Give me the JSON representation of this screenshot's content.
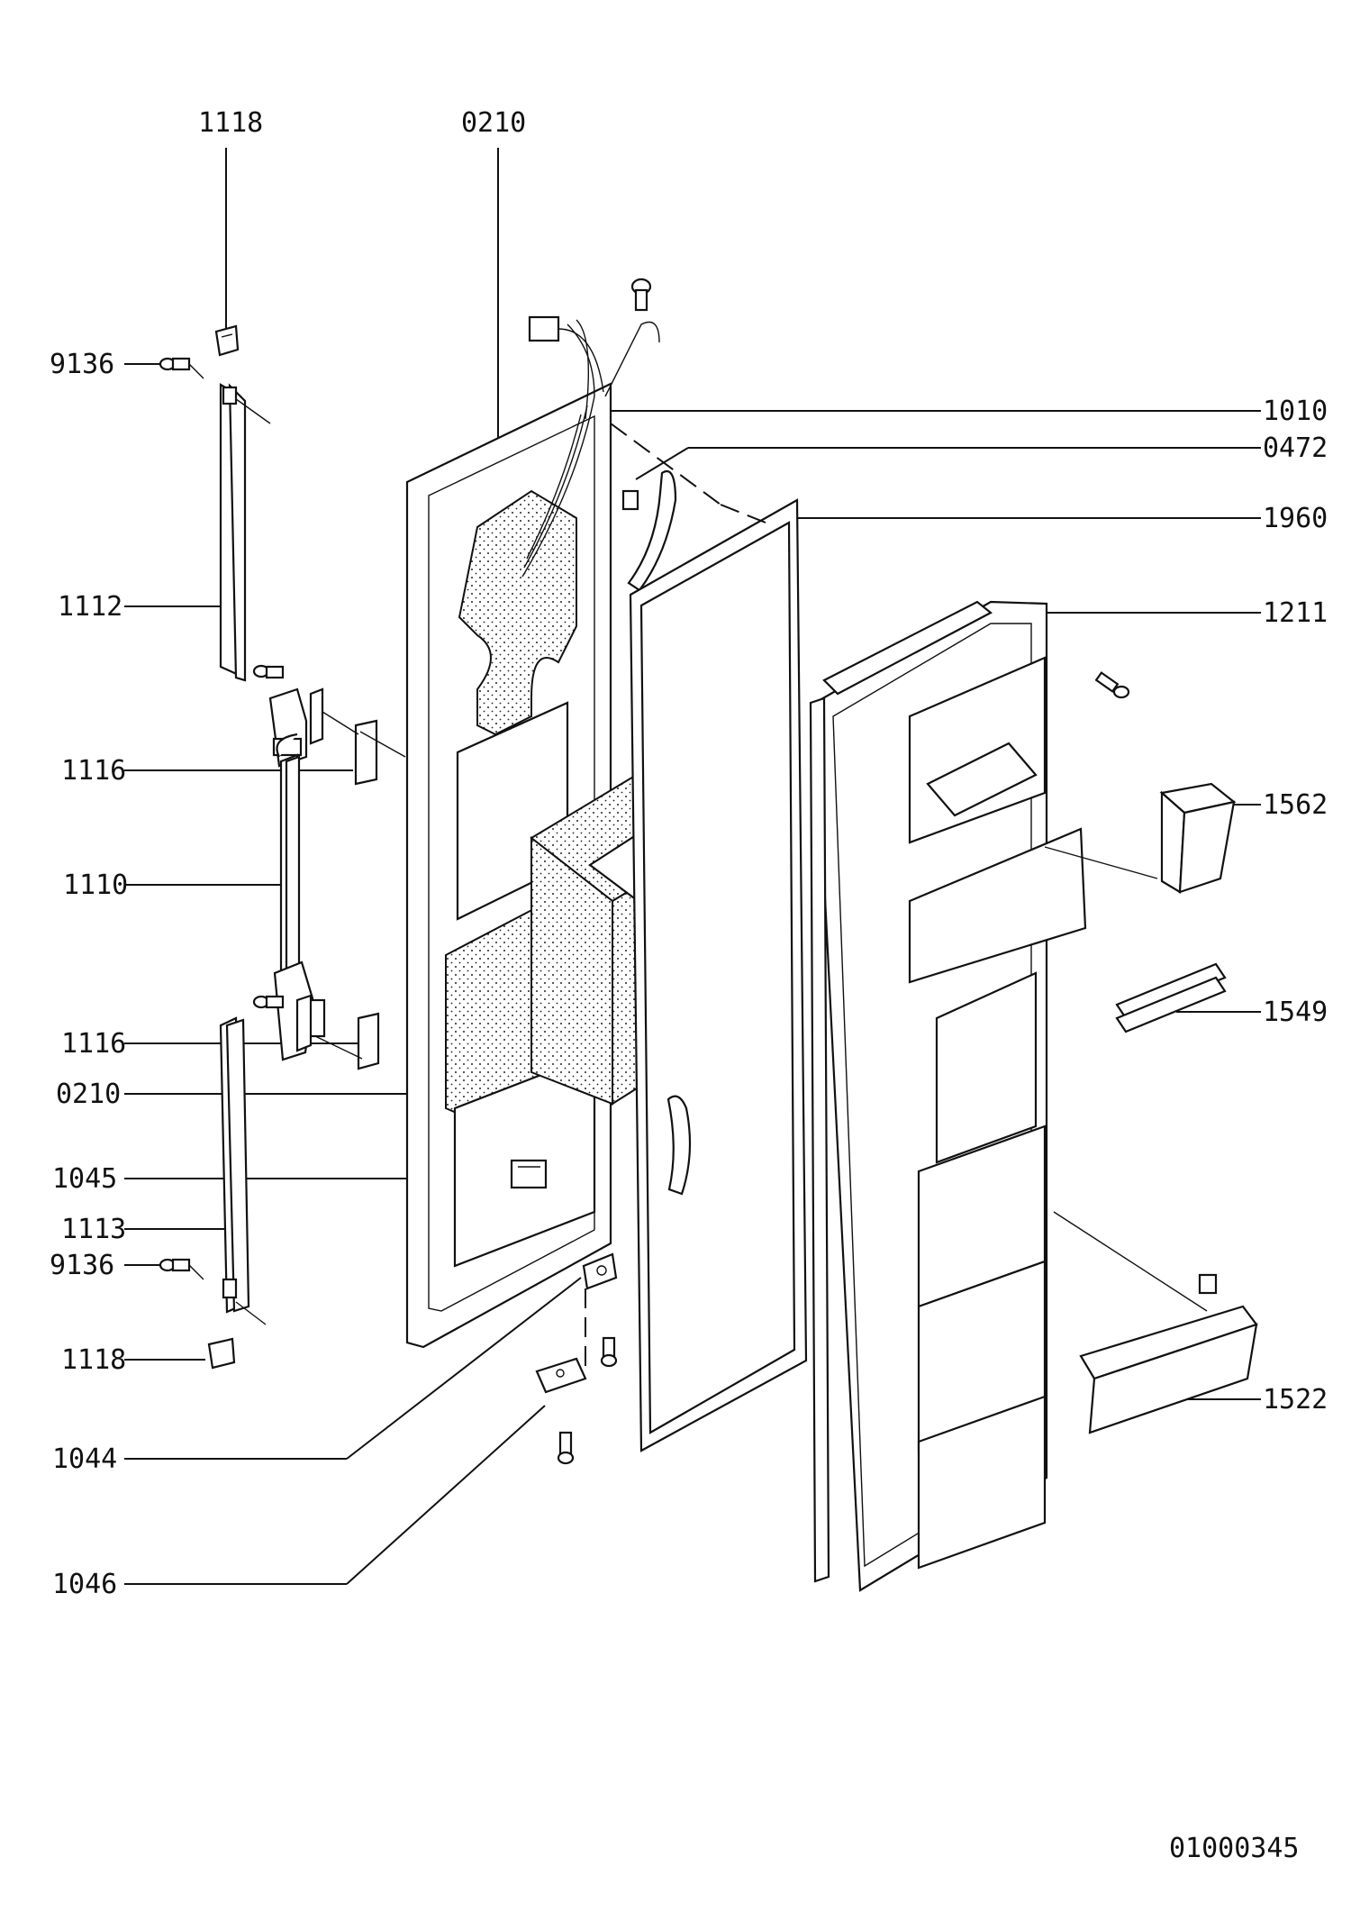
{
  "diagram": {
    "document_code": "01000345",
    "labels": [
      {
        "id": "lbl_1118_top",
        "text": "1118"
      },
      {
        "id": "lbl_0210_top",
        "text": "0210"
      },
      {
        "id": "lbl_9136_top",
        "text": "9136"
      },
      {
        "id": "lbl_1010",
        "text": "1010"
      },
      {
        "id": "lbl_0472",
        "text": "0472"
      },
      {
        "id": "lbl_1960",
        "text": "1960"
      },
      {
        "id": "lbl_1112",
        "text": "1112"
      },
      {
        "id": "lbl_1211",
        "text": "1211"
      },
      {
        "id": "lbl_1116_top",
        "text": "1116"
      },
      {
        "id": "lbl_1562",
        "text": "1562"
      },
      {
        "id": "lbl_1110",
        "text": "1110"
      },
      {
        "id": "lbl_1549",
        "text": "1549"
      },
      {
        "id": "lbl_1116_bottom",
        "text": "1116"
      },
      {
        "id": "lbl_0210_mid",
        "text": "0210"
      },
      {
        "id": "lbl_1045",
        "text": "1045"
      },
      {
        "id": "lbl_1113",
        "text": "1113"
      },
      {
        "id": "lbl_9136_bottom",
        "text": "9136"
      },
      {
        "id": "lbl_1118_bottom",
        "text": "1118"
      },
      {
        "id": "lbl_1522",
        "text": "1522"
      },
      {
        "id": "lbl_1044",
        "text": "1044"
      },
      {
        "id": "lbl_1046",
        "text": "1046"
      }
    ]
  }
}
